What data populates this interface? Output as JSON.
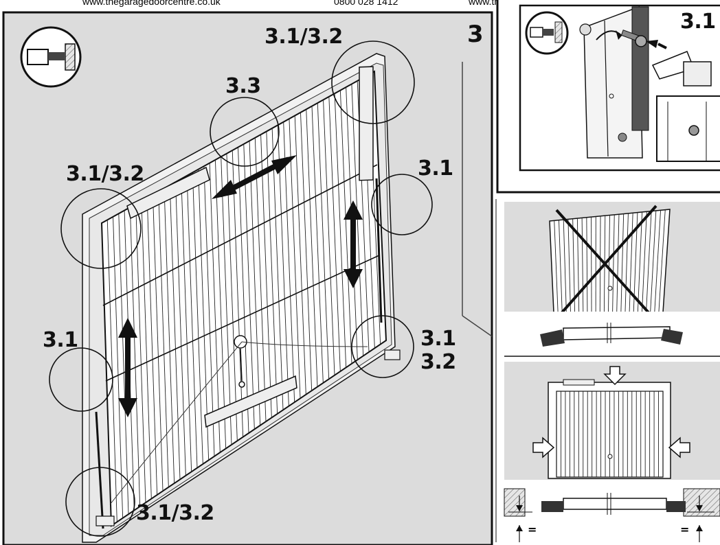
{
  "header": {
    "url_left": "www.thegaragedoorcentre.co.uk",
    "phone": "0800 028 1412",
    "url_right": "www.thegaragedoorcentre.co.uk"
  },
  "main_panel": {
    "step_number": "3",
    "labels": {
      "top_right_corner": "3.1/3.2",
      "top_center": "3.3",
      "left_upper_corner": "3.1/3.2",
      "right_mid": "3.1",
      "left_mid": "3.1",
      "right_lower_a": "3.1",
      "right_lower_b": "3.2",
      "bottom_left": "3.1/3.2"
    }
  },
  "detail_panel": {
    "label": "3.1"
  },
  "alignment_panel": {
    "equal_left": "=",
    "equal_right": "="
  },
  "colors": {
    "panel_gray": "#dcdcdc",
    "line": "#111111",
    "door_fill": "#ffffff"
  }
}
